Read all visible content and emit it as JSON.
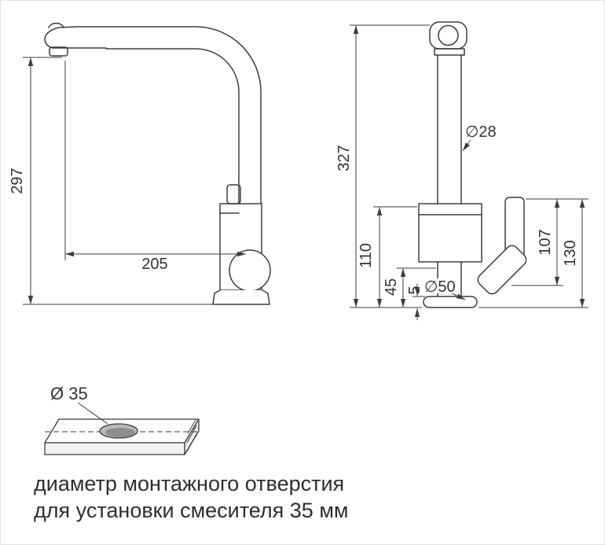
{
  "drawing": {
    "left_view": {
      "dim_height": "297",
      "dim_reach": "205"
    },
    "right_view": {
      "dim_total_height": "327",
      "dim_spout_diameter": "∅28",
      "dim_body_height": "110",
      "dim_shank_height": "45",
      "dim_plate_thickness": "5",
      "dim_base_diameter": "∅50",
      "dim_handle_height": "107",
      "dim_handle_overall": "130"
    },
    "mount_hole": {
      "dim_diameter": "Ø 35"
    }
  },
  "caption": {
    "line1": "диаметр монтажного отверстия",
    "line2": "для установки смесителя 35 мм"
  },
  "colors": {
    "line": "#3d3d3d",
    "text": "#2e2e2e",
    "background": "#ffffff"
  }
}
